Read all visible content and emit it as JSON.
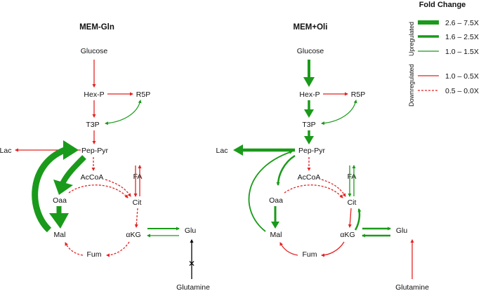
{
  "panels": {
    "left": {
      "title": "MEM-Gln",
      "nodes": {
        "glucose": "Glucose",
        "hexp": "Hex-P",
        "r5p": "R5P",
        "t3p": "T3P",
        "pep_pyr": "Pep-Pyr",
        "lac": "Lac",
        "acoa": "AcCoA",
        "fa": "FA",
        "oaa": "Oaa",
        "cit": "Cit",
        "mal": "Mal",
        "akg": "αKG",
        "glu": "Glu",
        "fum": "Fum",
        "glutamine": "Glutamine"
      }
    },
    "right": {
      "title": "MEM+Oli",
      "nodes": {
        "glucose": "Glucose",
        "hexp": "Hex-P",
        "r5p": "R5P",
        "t3p": "T3P",
        "pep_pyr": "Pep-Pyr",
        "lac": "Lac",
        "acoa": "AcCoA",
        "fa": "FA",
        "oaa": "Oaa",
        "cit": "Cit",
        "mal": "Mal",
        "akg": "αKG",
        "glu": "Glu",
        "fum": "Fum",
        "glutamine": "Glutamine"
      }
    }
  },
  "legend": {
    "title": "Fold Change",
    "upregulated_label": "Upregulated",
    "downregulated_label": "Downregulated",
    "items": [
      {
        "range": "2.6 – 7.5X",
        "color": "#1a9a1a",
        "style": "thick"
      },
      {
        "range": "1.6 – 2.5X",
        "color": "#1a9a1a",
        "style": "medium"
      },
      {
        "range": "1.0 – 1.5X",
        "color": "#1a9a1a",
        "style": "thin"
      },
      {
        "range": "1.0 – 0.5X",
        "color": "#e32222",
        "style": "thin"
      },
      {
        "range": "0.5 – 0.0X",
        "color": "#e32222",
        "style": "dashed"
      }
    ]
  },
  "colors": {
    "up": "#1a9a1a",
    "down": "#e32222",
    "neutral": "#000000"
  }
}
